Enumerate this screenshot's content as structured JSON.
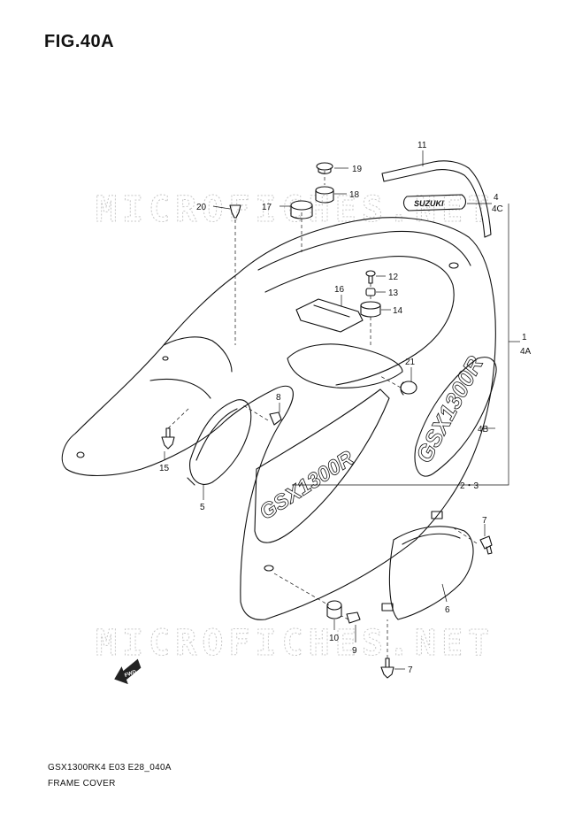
{
  "figure": {
    "title": "FIG.40A",
    "code": "GSX1300RK4 E03 E28_040A",
    "name": "FRAME COVER"
  },
  "watermark": "MICROFICHES.NET",
  "decals": {
    "emblem": "SUZUKI",
    "model": "GSX1300R"
  },
  "fwd_label": "FWD",
  "callouts": {
    "c1": "1",
    "c4a": "4A",
    "c4b": "4B",
    "c23": "2・3",
    "c4": "4",
    "c4c": "4C",
    "c5": "5",
    "c6": "6",
    "c7a": "7",
    "c7b": "7",
    "c8": "8",
    "c9": "9",
    "c10": "10",
    "c11": "11",
    "c12": "12",
    "c13": "13",
    "c14": "14",
    "c15": "15",
    "c16": "16",
    "c17": "17",
    "c18": "18",
    "c19": "19",
    "c20": "20",
    "c21": "21"
  }
}
